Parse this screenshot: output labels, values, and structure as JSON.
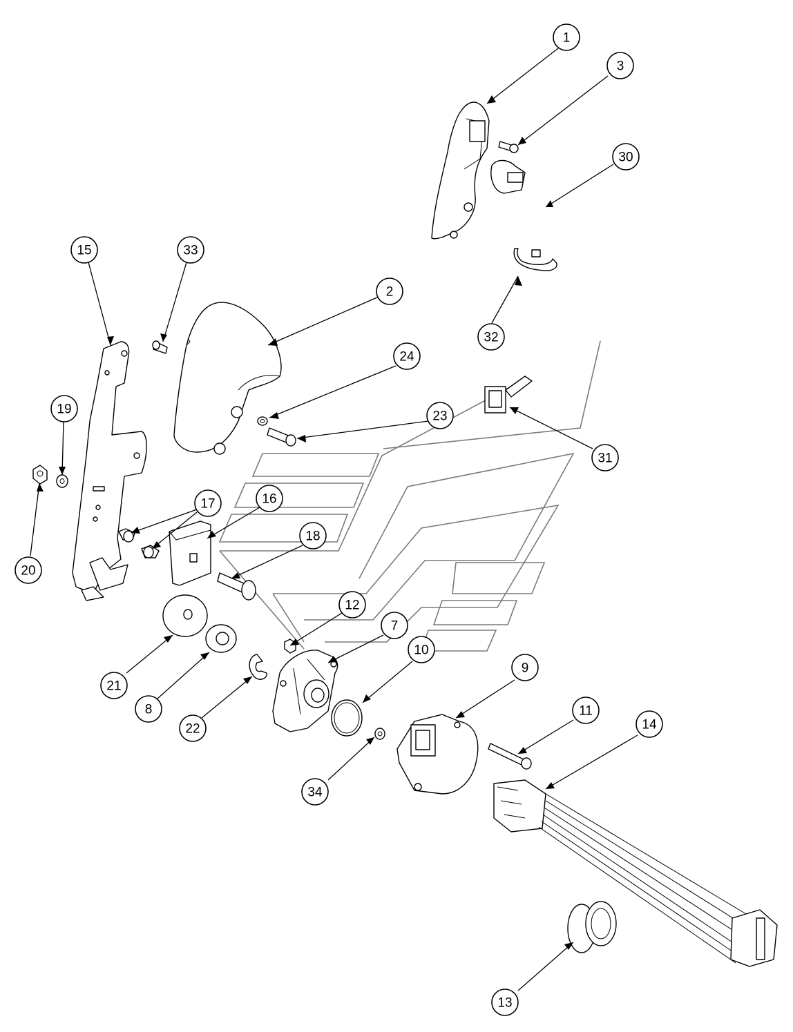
{
  "callouts": [
    {
      "id": "c1",
      "label": "1"
    },
    {
      "id": "c2",
      "label": "2"
    },
    {
      "id": "c3",
      "label": "3"
    },
    {
      "id": "c7",
      "label": "7"
    },
    {
      "id": "c8",
      "label": "8"
    },
    {
      "id": "c9",
      "label": "9"
    },
    {
      "id": "c10",
      "label": "10"
    },
    {
      "id": "c11",
      "label": "11"
    },
    {
      "id": "c12",
      "label": "12"
    },
    {
      "id": "c13",
      "label": "13"
    },
    {
      "id": "c14",
      "label": "14"
    },
    {
      "id": "c15",
      "label": "15"
    },
    {
      "id": "c16",
      "label": "16"
    },
    {
      "id": "c17",
      "label": "17"
    },
    {
      "id": "c18",
      "label": "18"
    },
    {
      "id": "c19",
      "label": "19"
    },
    {
      "id": "c20",
      "label": "20"
    },
    {
      "id": "c21",
      "label": "21"
    },
    {
      "id": "c22",
      "label": "22"
    },
    {
      "id": "c23",
      "label": "23"
    },
    {
      "id": "c24",
      "label": "24"
    },
    {
      "id": "c30",
      "label": "30"
    },
    {
      "id": "c31",
      "label": "31"
    },
    {
      "id": "c32",
      "label": "32"
    },
    {
      "id": "c33",
      "label": "33"
    },
    {
      "id": "c34",
      "label": "34"
    }
  ]
}
